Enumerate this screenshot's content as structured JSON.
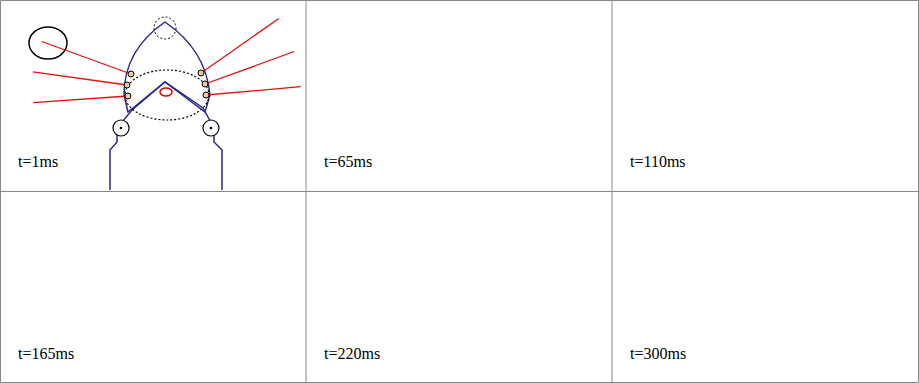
{
  "diagram": {
    "labels": [
      "t=1ms",
      "t=65ms",
      "t=110ms",
      "t=165ms",
      "t=220ms",
      "t=300ms"
    ]
  }
}
